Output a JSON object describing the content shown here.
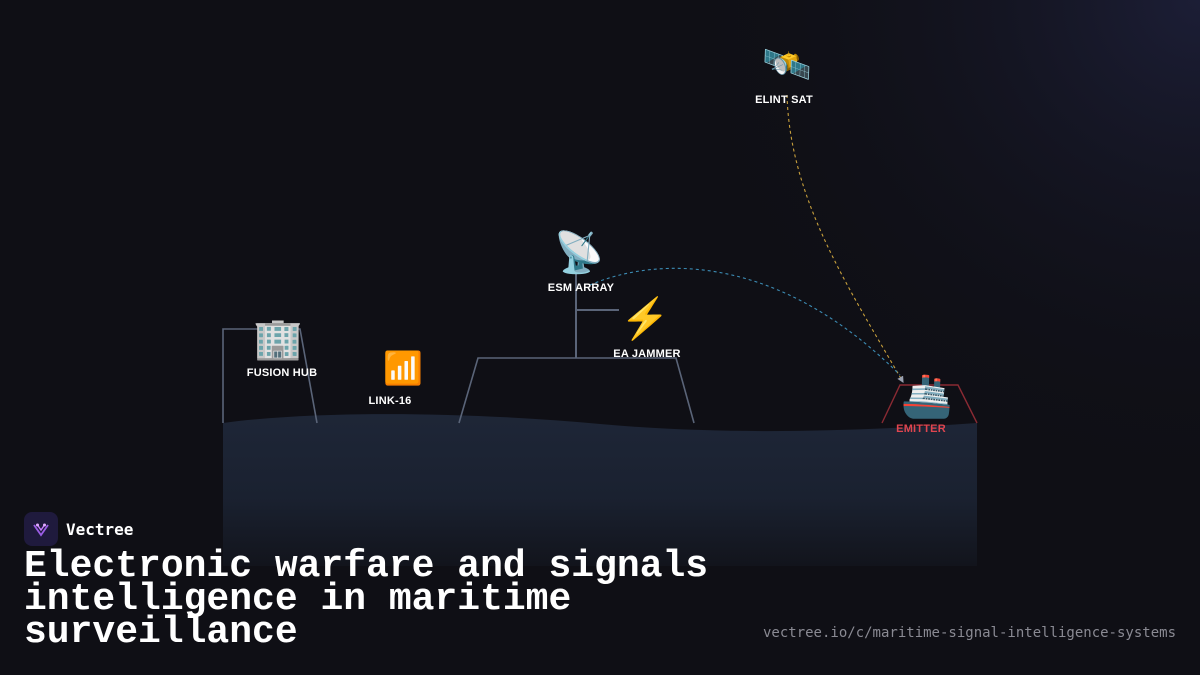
{
  "diagram": {
    "nodes": {
      "elint_sat": {
        "label": "ELINT SAT",
        "icon": "satellite-icon"
      },
      "esm_array": {
        "label": "ESM ARRAY",
        "icon": "satellite-dish-icon"
      },
      "ea_jammer": {
        "label": "EA JAMMER",
        "icon": "lightning-icon"
      },
      "fusion_hub": {
        "label": "FUSION HUB",
        "icon": "office-building-icon"
      },
      "link16": {
        "label": "LINK-16",
        "icon": "signal-bars-icon"
      },
      "emitter": {
        "label": "EMITTER",
        "icon": "ship-icon",
        "color": "#e0454f"
      }
    },
    "links": [
      {
        "from": "elint_sat",
        "to": "emitter",
        "style": "dashed",
        "color": "#c8a03c"
      },
      {
        "from": "esm_array",
        "to": "emitter",
        "style": "dashed",
        "color": "#3c8cb4"
      }
    ],
    "colors": {
      "sea": "#1e2637",
      "outline": "#5a6478",
      "alert": "#e0454f"
    }
  },
  "brand": {
    "name": "Vectree"
  },
  "title": "Electronic warfare and signals intelligence in maritime surveillance",
  "url": "vectree.io/c/maritime-signal-intelligence-systems"
}
